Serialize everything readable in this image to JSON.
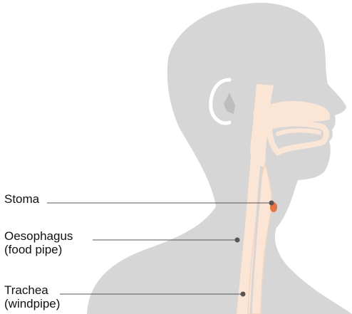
{
  "colors": {
    "silhouette": "#d6d6d6",
    "ear_inner": "#bdbdbd",
    "airway": "#fbe6d6",
    "airway_dark": "#f5d4bc",
    "stoma": "#e8743b",
    "leader": "#555555",
    "text": "#111111"
  },
  "labels": {
    "stoma": {
      "line1": "Stoma"
    },
    "oesophagus": {
      "line1": "Oesophagus",
      "line2": "(food pipe)"
    },
    "trachea": {
      "line1": "Trachea",
      "line2": "(windpipe)"
    }
  }
}
